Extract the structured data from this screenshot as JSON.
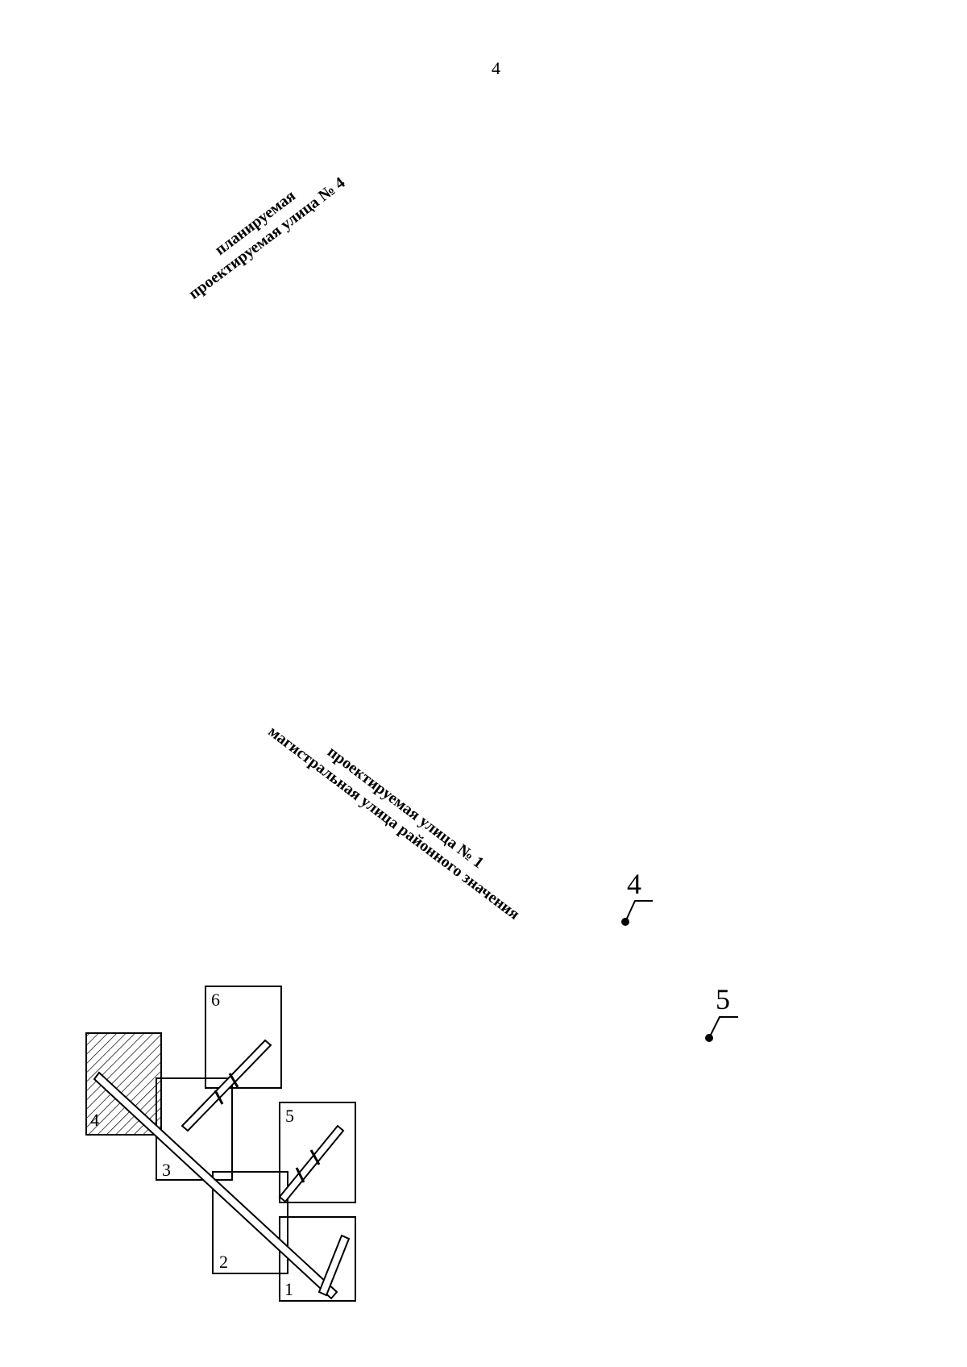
{
  "page": {
    "number": "4"
  },
  "streets": {
    "street4": {
      "line1": "планируемая",
      "line2": "проектируемая улица № 4"
    },
    "street1": {
      "line1": "проектируемая улица № 1",
      "line2": "магистральная улица районного значения"
    }
  },
  "markers": {
    "m4": "4",
    "m5": "5"
  },
  "key_map": {
    "sheets": [
      "1",
      "2",
      "3",
      "4",
      "5",
      "6"
    ],
    "highlighted_sheet": "4",
    "colors": {
      "line": "#000000",
      "hatch": "#000000",
      "background": "#ffffff"
    }
  }
}
